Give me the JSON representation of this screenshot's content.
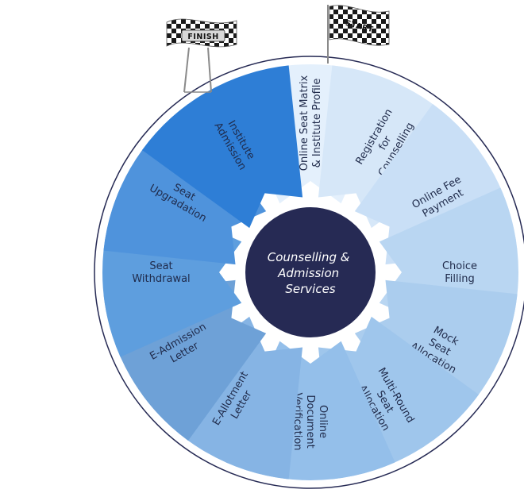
{
  "hub": {
    "lines": [
      "Counselling &",
      "Admission",
      "Services"
    ],
    "color": "#262a54"
  },
  "ring_color": "#262a54",
  "segments": [
    {
      "lines": [
        "Online Seat Matrix",
        "& Institute Profile"
      ],
      "color": "#e4f0fc"
    },
    {
      "lines": [
        "Registration",
        "for",
        "Counselling"
      ],
      "color": "#d6e7f8"
    },
    {
      "lines": [
        "Online Fee",
        "Payment"
      ],
      "color": "#c9dff6"
    },
    {
      "lines": [
        "Choice",
        "Filling"
      ],
      "color": "#b9d6f2"
    },
    {
      "lines": [
        "Mock",
        "Seat",
        "Allocation"
      ],
      "color": "#abcdee"
    },
    {
      "lines": [
        "Multi-Round",
        "Seat",
        "Allocation"
      ],
      "color": "#9fc6ec"
    },
    {
      "lines": [
        "Online",
        "Document",
        "Verification"
      ],
      "color": "#94bfea"
    },
    {
      "lines": [
        "E-Allotment",
        "Letter"
      ],
      "color": "#86b4e4"
    },
    {
      "lines": [
        "E-Admission",
        "Letter"
      ],
      "color": "#6ea1d7"
    },
    {
      "lines": [
        "Seat",
        "Withdrawal"
      ],
      "color": "#5e9ede"
    },
    {
      "lines": [
        "Seat",
        "Upgradation"
      ],
      "color": "#4f93dc"
    },
    {
      "lines": [
        "Institute",
        "Admission"
      ],
      "color": "#2e7ed6"
    }
  ],
  "flags": {
    "start": {
      "label": "START"
    },
    "finish": {
      "label": "FINISH"
    }
  }
}
